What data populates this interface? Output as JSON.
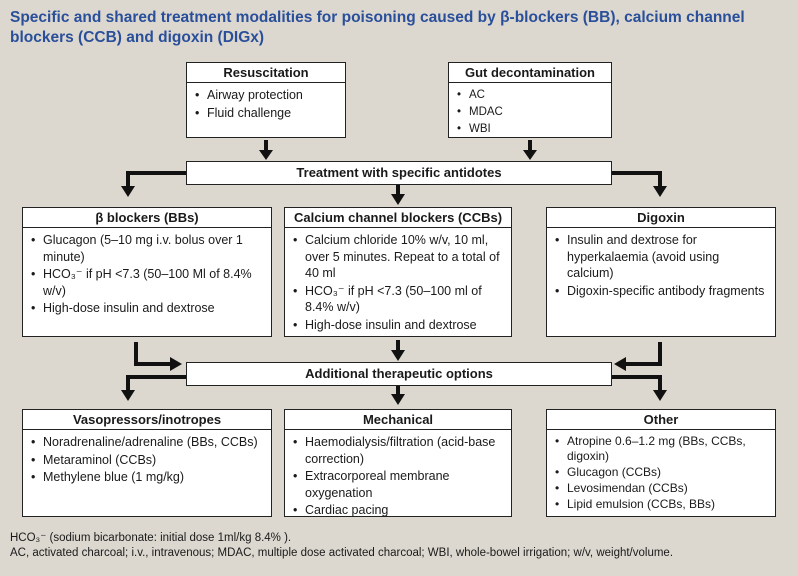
{
  "title": "Specific and shared treatment modalities for poisoning caused by β-blockers (BB), calcium channel blockers (CCB) and digoxin (DIGx)",
  "resuscitation": {
    "heading": "Resuscitation",
    "items": [
      "Airway protection",
      "Fluid challenge"
    ]
  },
  "gut_decontamination": {
    "heading": "Gut decontamination",
    "items": [
      "AC",
      "MDAC",
      "WBI"
    ]
  },
  "specific_antidotes": "Treatment with specific antidotes",
  "beta_blockers": {
    "heading": "β blockers (BBs)",
    "items": [
      "Glucagon (5–10 mg i.v. bolus over 1 minute)",
      "HCO₃⁻ if pH <7.3 (50–100 Ml of 8.4% w/v)",
      "High-dose insulin and dextrose"
    ]
  },
  "ccb": {
    "heading": "Calcium channel blockers (CCBs)",
    "items": [
      "Calcium chloride 10% w/v, 10 ml, over 5 minutes. Repeat to a total of 40 ml",
      "HCO₃⁻ if pH <7.3 (50–100 ml of 8.4% w/v)",
      "High-dose insulin and dextrose"
    ]
  },
  "digoxin": {
    "heading": "Digoxin",
    "items": [
      "Insulin and dextrose for hyperkalaemia (avoid using calcium)",
      "Digoxin-specific antibody fragments"
    ]
  },
  "additional_options": "Additional therapeutic options",
  "vasopressors": {
    "heading": "Vasopressors/inotropes",
    "items": [
      "Noradrenaline/adrenaline (BBs, CCBs)",
      "Metaraminol (CCBs)",
      "Methylene blue (1 mg/kg)"
    ]
  },
  "mechanical": {
    "heading": "Mechanical",
    "items": [
      "Haemodialysis/filtration (acid-base correction)",
      "Extracorporeal membrane oxygenation",
      "Cardiac pacing"
    ]
  },
  "other": {
    "heading": "Other",
    "items": [
      "Atropine 0.6–1.2 mg (BBs, CCBs, digoxin)",
      "Glucagon (CCBs)",
      "Levosimendan (CCBs)",
      "Lipid emulsion (CCBs, BBs)"
    ]
  },
  "footnotes": [
    "HCO₃⁻ (sodium bicarbonate: initial dose 1ml/kg 8.4% ).",
    "AC, activated charcoal; i.v., intravenous; MDAC, multiple dose activated charcoal; WBI, whole-bowel irrigation; w/v, weight/volume."
  ],
  "colors": {
    "title": "#2a4f9a",
    "background": "#dcd8d0"
  }
}
